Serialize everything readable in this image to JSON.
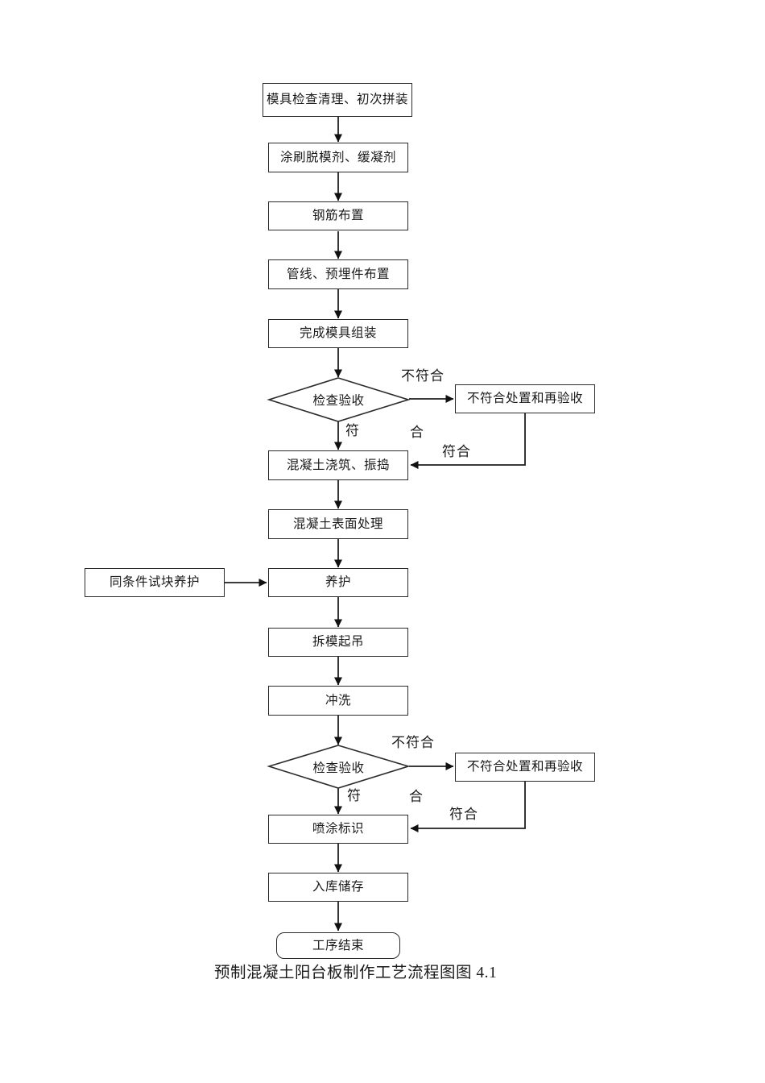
{
  "page": {
    "background": "#ffffff",
    "caption": "预制混凝土阳台板制作工艺流程图图 4.1"
  },
  "flowchart": {
    "colors": {
      "line": "#1f1f1f",
      "box_border": "#2b2b2b",
      "box_fill": "#ffffff",
      "text": "#1a1a1a"
    },
    "nodes": {
      "n1": {
        "type": "process",
        "label": "模具检查清理、初次拼装"
      },
      "n2": {
        "type": "process",
        "label": "涂刷脱模剂、缓凝剂"
      },
      "n3": {
        "type": "process",
        "label": "钢筋布置"
      },
      "n4": {
        "type": "process",
        "label": "管线、预埋件布置"
      },
      "n5": {
        "type": "process",
        "label": "完成模具组装"
      },
      "d1": {
        "type": "decision",
        "label": "检查验收"
      },
      "s1": {
        "type": "process",
        "label": "不符合处置和再验收"
      },
      "n6": {
        "type": "process",
        "label": "混凝土浇筑、振捣"
      },
      "n7": {
        "type": "process",
        "label": "混凝土表面处理"
      },
      "side": {
        "type": "process",
        "label": "同条件试块养护"
      },
      "n8": {
        "type": "process",
        "label": "养护"
      },
      "n9": {
        "type": "process",
        "label": "拆模起吊"
      },
      "n10": {
        "type": "process",
        "label": "冲洗"
      },
      "d2": {
        "type": "decision",
        "label": "检查验收"
      },
      "s2": {
        "type": "process",
        "label": "不符合处置和再验收"
      },
      "n11": {
        "type": "process",
        "label": "喷涂标识"
      },
      "n12": {
        "type": "process",
        "label": "入库储存"
      },
      "end": {
        "type": "terminator",
        "label": "工序结束"
      }
    },
    "edge_labels": {
      "d1_no": "不符合",
      "d1_yes_a": "符",
      "d1_yes_b": "合",
      "s1_return": "符合",
      "d2_no": "不符合",
      "d2_yes_a": "符",
      "d2_yes_b": "合",
      "s2_return": "符合"
    }
  }
}
